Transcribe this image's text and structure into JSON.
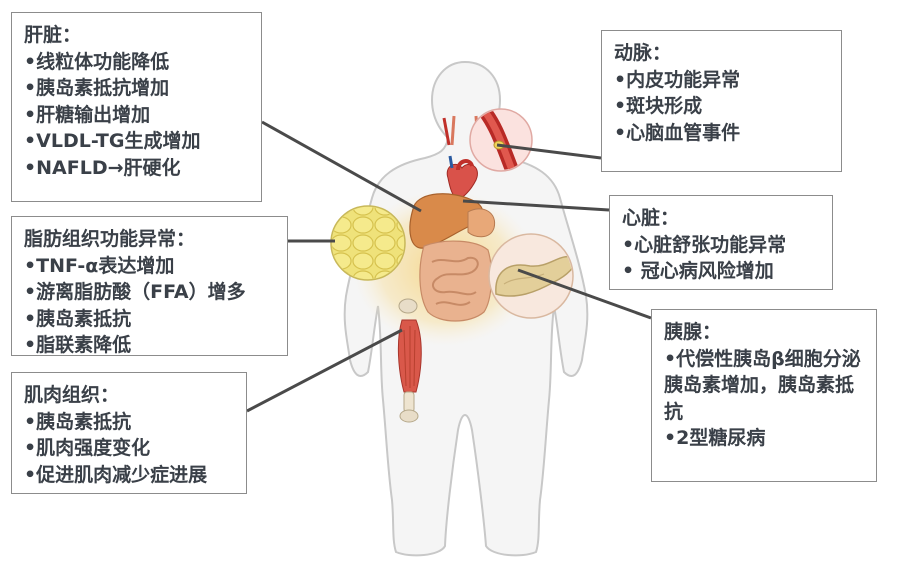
{
  "colors": {
    "text": "#3a4048",
    "border": "#8c8c8c",
    "connector": "#4a4a4a",
    "body_fill": "#f5f5f5",
    "body_stroke": "#c8c8c8",
    "fat_fill": "#f6d98a",
    "organ_liver": "#d98a4a",
    "vessel_red": "#c0302a"
  },
  "boxes": {
    "liver": {
      "title": "肝脏：",
      "items": [
        "•线粒体功能降低",
        "•胰岛素抵抗增加",
        "•肝糖输出增加",
        "•VLDL-TG生成增加",
        "•NAFLD→肝硬化"
      ]
    },
    "adipose": {
      "title": "脂肪组织功能异常：",
      "items": [
        "•TNF-α表达增加",
        "•游离脂肪酸（FFA）增多",
        "•胰岛素抵抗",
        "•脂联素降低"
      ]
    },
    "muscle": {
      "title": "肌肉组织：",
      "items": [
        "•胰岛素抵抗",
        "•肌肉强度变化",
        "•促进肌肉减少症进展"
      ]
    },
    "artery": {
      "title": "动脉：",
      "items": [
        "•内皮功能异常",
        "•斑块形成",
        "•心脑血管事件"
      ]
    },
    "heart": {
      "title": "心脏：",
      "items": [
        "•心脏舒张功能异常",
        "• 冠心病风险增加"
      ]
    },
    "pancreas": {
      "title": "胰腺：",
      "items": [
        "•代偿性胰岛β细胞分泌胰岛素增加，胰岛素抵抗",
        "•2型糖尿病"
      ]
    }
  }
}
